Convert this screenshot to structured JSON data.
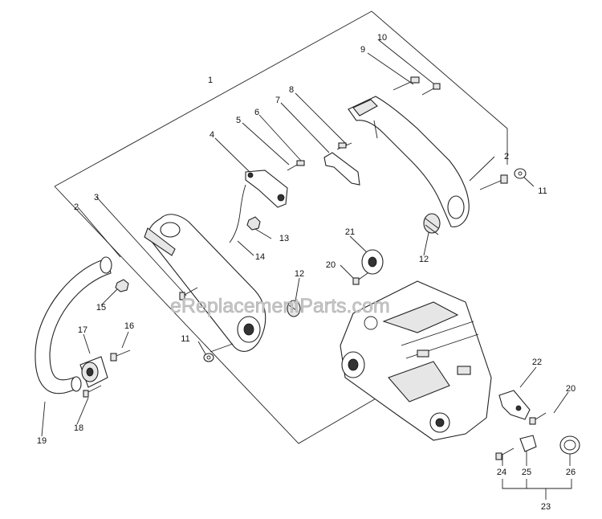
{
  "watermark": "eReplacementParts.com",
  "callouts": [
    {
      "id": "c1",
      "text": "1"
    },
    {
      "id": "c2a",
      "text": "2"
    },
    {
      "id": "c2b",
      "text": "2"
    },
    {
      "id": "c3",
      "text": "3"
    },
    {
      "id": "c4",
      "text": "4"
    },
    {
      "id": "c5",
      "text": "5"
    },
    {
      "id": "c6",
      "text": "6"
    },
    {
      "id": "c7",
      "text": "7"
    },
    {
      "id": "c8",
      "text": "8"
    },
    {
      "id": "c9",
      "text": "9"
    },
    {
      "id": "c10",
      "text": "10"
    },
    {
      "id": "c11a",
      "text": "11"
    },
    {
      "id": "c11b",
      "text": "11"
    },
    {
      "id": "c12a",
      "text": "12"
    },
    {
      "id": "c12b",
      "text": "12"
    },
    {
      "id": "c13",
      "text": "13"
    },
    {
      "id": "c14",
      "text": "14"
    },
    {
      "id": "c15",
      "text": "15"
    },
    {
      "id": "c16",
      "text": "16"
    },
    {
      "id": "c17",
      "text": "17"
    },
    {
      "id": "c18",
      "text": "18"
    },
    {
      "id": "c19",
      "text": "19"
    },
    {
      "id": "c20a",
      "text": "20"
    },
    {
      "id": "c20b",
      "text": "20"
    },
    {
      "id": "c21",
      "text": "21"
    },
    {
      "id": "c22",
      "text": "22"
    },
    {
      "id": "c23",
      "text": "23"
    },
    {
      "id": "c24",
      "text": "24"
    },
    {
      "id": "c25",
      "text": "25"
    },
    {
      "id": "c26",
      "text": "26"
    }
  ]
}
